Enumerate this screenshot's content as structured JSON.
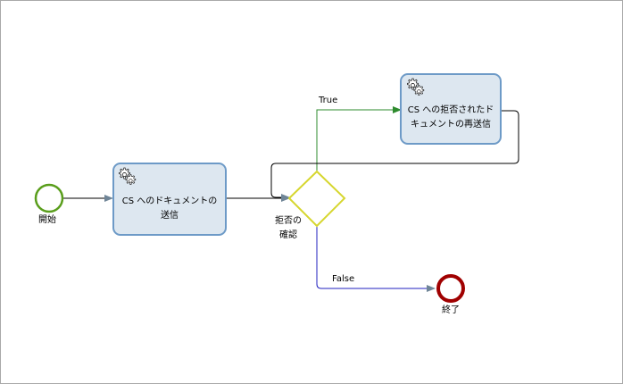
{
  "diagram": {
    "start_event": {
      "label": "開始"
    },
    "end_event": {
      "label": "終了"
    },
    "task_send": {
      "label": "CS へのドキュメントの\n送信",
      "type_icon": "gear-icon"
    },
    "task_resend": {
      "label": "CS への拒否されたド\nキュメントの再送信",
      "type_icon": "gear-icon"
    },
    "gateway": {
      "label": "拒否の\n確認"
    },
    "flows": {
      "true_label": "True",
      "false_label": "False",
      "true_color": "#2e8b2e",
      "false_color": "#1f1fbf",
      "default_color": "#000000"
    },
    "colors": {
      "start_stroke": "#5a9e1c",
      "end_stroke": "#a00000",
      "task_fill": "#dde7f0",
      "task_stroke": "#6d9ac7",
      "gateway_stroke": "#d6d62e"
    }
  }
}
